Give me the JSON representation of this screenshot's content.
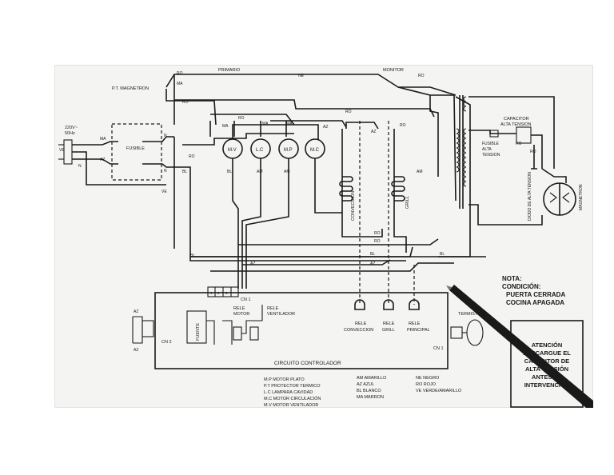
{
  "labels": {
    "primario": "PRIMARIO",
    "monitor": "MONITOR",
    "pt_magnetron": "P.T. MAGNETRON",
    "voltage": "220V~",
    "freq": "50Hz",
    "fusible": "FUSIBLE",
    "capacitor_title_1": "CAPACITOR",
    "capacitor_title_2": "ALTA TENSION",
    "fusible_alta_1": "FUSIBLE",
    "fusible_alta_2": "ALTA",
    "fusible_alta_3": "TENSION",
    "diodo": "DIODO DE ALTA TENSION",
    "magnetron": "MAGNETRON",
    "conveccion": "CONVECCION",
    "grill": "GRILL",
    "cn1": "CN 1",
    "cn1_right": "CN 1",
    "cn2": "CN 2",
    "fuente": "FUENTE",
    "rele_motor_1": "RELE",
    "rele_motor_2": "MOTOR",
    "rele_vent_1": "RELE",
    "rele_vent_2": "VENTILADOR",
    "rele_conv_1": "RELE",
    "rele_conv_2": "CONVECCION",
    "rele_grill_1": "RELE",
    "rele_grill_2": "GRILL",
    "rele_princ_1": "RELE",
    "rele_princ_2": "PRINCIPAL",
    "termistor": "TERMISTOR",
    "circuito": "CIRCUITO CONTROLADOR",
    "motor_mv": "M.V",
    "motor_lc": "L.C",
    "motor_mp": "M.P",
    "motor_mc": "M.C"
  },
  "wire_codes": {
    "ro": "RO",
    "ne": "NE",
    "ma": "MA",
    "az": "AZ",
    "bl": "BL",
    "am": "AM",
    "ve": "VE",
    "n": "N",
    "one": "1",
    "two": "2",
    "three": "3"
  },
  "nota": {
    "line1": "NOTA:",
    "line2": "CONDICIÓN:",
    "line3": "PUERTA CERRADA",
    "line4": "COCINA APAGADA"
  },
  "atencion": {
    "line1": "ATENCIÓN",
    "line2": "DESCARGUE EL",
    "line3": "CAPACITOR DE",
    "line4": "ALTA TENSIÓN",
    "line5": "ANTES DE",
    "line6": "INTERVENCIÓN"
  },
  "legend": {
    "components": [
      "M.P  MOTOR PLATO",
      "P.T  PROTECTOR TERMICO",
      "L.C  LAMPARA CAVIDAD",
      "M.C  MOTOR CIRCULACIÓN",
      "M.V  MOTOR VENTILADOR"
    ],
    "colors_a": [
      "AM  AMARILLO",
      "AZ  AZUL",
      "BL  BLANCO",
      "MA  MARRON"
    ],
    "colors_b": [
      "NE  NEGRO",
      "RO  ROJO",
      "VE  VERDE/AMARILLO"
    ]
  }
}
